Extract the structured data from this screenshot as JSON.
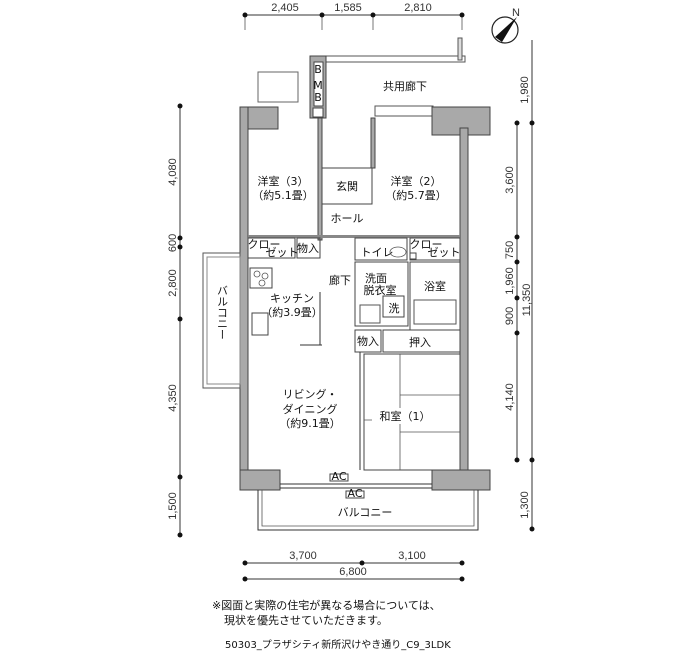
{
  "dimensions": {
    "top": [
      "2,405",
      "1,585",
      "2,810"
    ],
    "left": [
      "4,080",
      "600",
      "2,800",
      "4,350",
      "1,500"
    ],
    "right_inner": [
      "3,600",
      "750",
      "1,960",
      "900",
      "4,140"
    ],
    "right_outer": [
      "1,980",
      "11,350",
      "1,300"
    ],
    "bottom": [
      "3,700",
      "3,100"
    ],
    "bottom_total": "6,800"
  },
  "rooms": {
    "corridor": "共用廊下",
    "mb_b": "B",
    "mb_m": "M",
    "mb_b2": "B",
    "western3": "洋室（3）",
    "western3_size": "（約5.1畳）",
    "entrance": "玄関",
    "hall": "ホール",
    "western2": "洋室（2）",
    "western2_size": "（約5.7畳）",
    "closet_left_1": "クロー",
    "closet_left_2": "ゼット",
    "storage_1": "物入",
    "toilet": "トイレ",
    "closet_right_1": "クロー",
    "closet_right_2": "ゼット",
    "kitchen": "キッチン",
    "kitchen_size": "（約3.9畳）",
    "hallway": "廊下",
    "washroom_1": "洗面",
    "washroom_2": "脱衣室",
    "washer": "洗",
    "bath": "浴室",
    "storage_2": "物入",
    "oshiire": "押入",
    "living_1": "リビング・",
    "living_2": "ダイニング",
    "living_size": "（約9.1畳）",
    "japanese": "和室（1）",
    "balcony_bottom": "バルコニー",
    "balcony_left": "バルコニー",
    "ac_1": "AC",
    "ac_2": "AC"
  },
  "compass": "N",
  "notes": {
    "line1": "※図面と実際の住宅が異なる場合については、",
    "line2": "現状を優先させていただきます。",
    "footer": "50303_プラザシティ新所沢けやき通り_C9_3LDK"
  }
}
